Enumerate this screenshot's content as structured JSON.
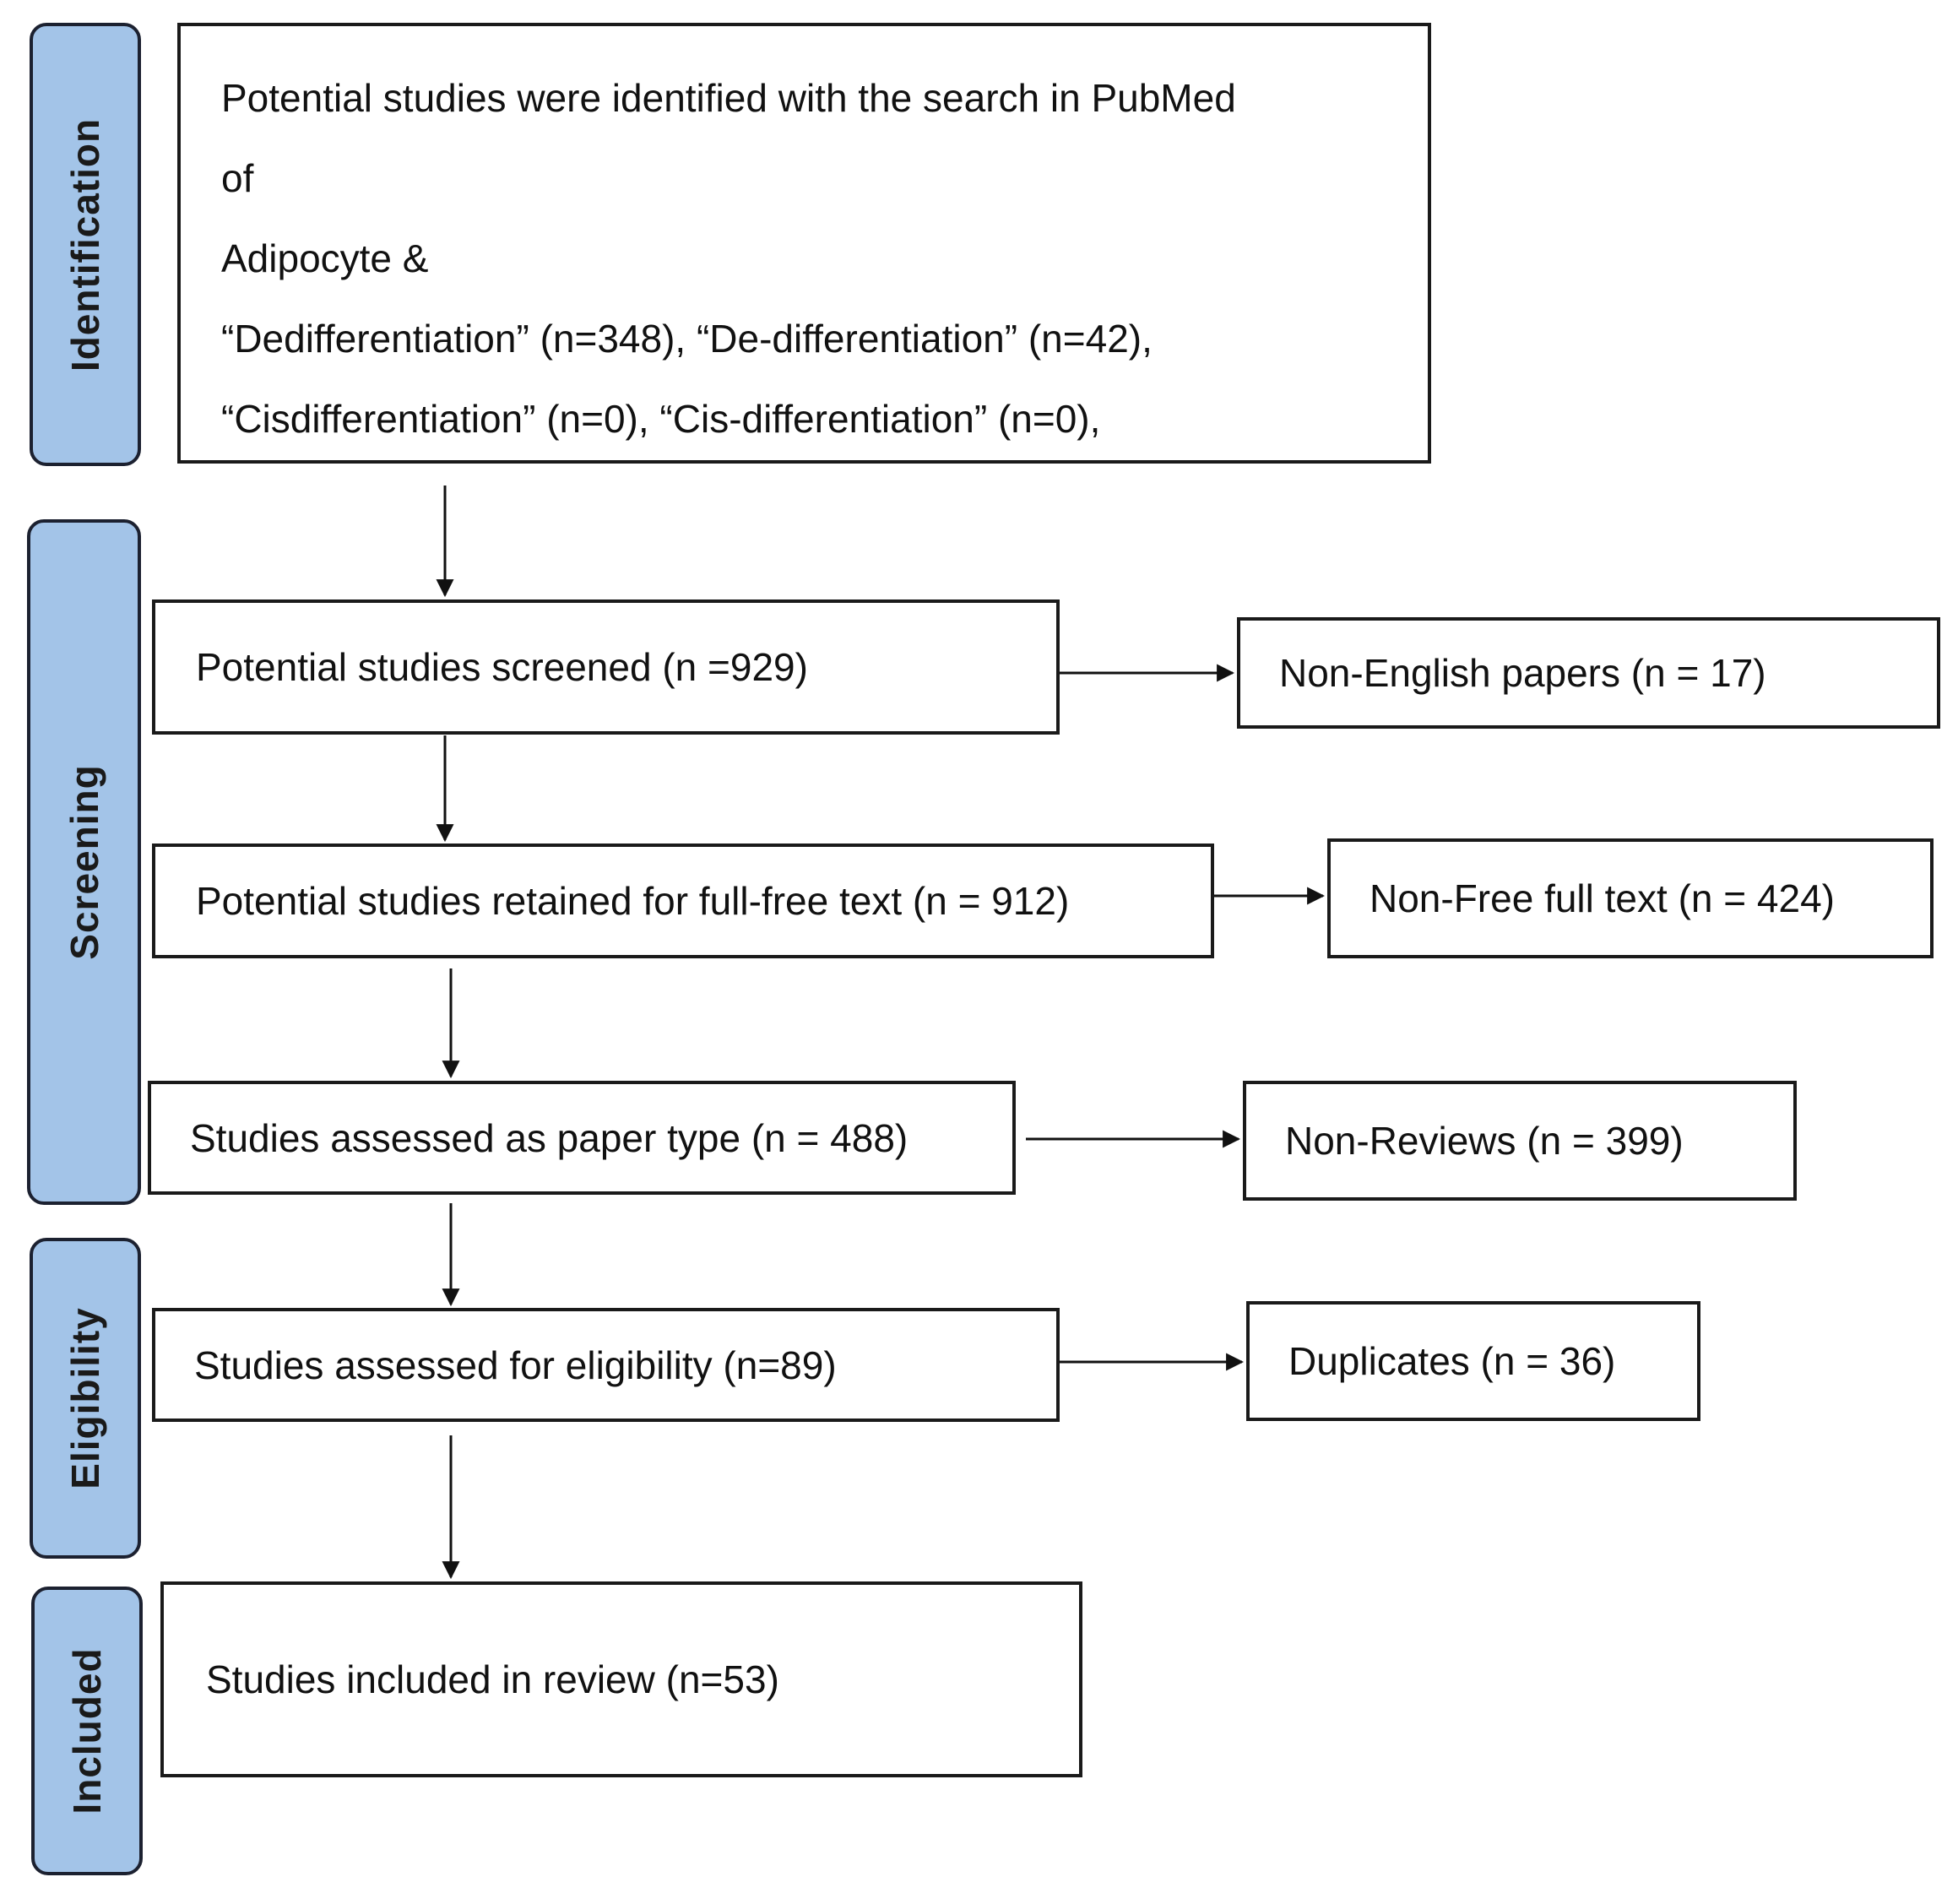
{
  "phases": {
    "identification": "Identification",
    "screening": "Screening",
    "eligibility": "Eligibility",
    "included": "Included"
  },
  "identification_box": {
    "lines": [
      "Potential studies were identified with the search in PubMed",
      "of",
      "Adipocyte &",
      "“Dedifferentiation” (n=348), “De-differentiation” (n=42),",
      "“Cisdifferentiation” (n=0), “Cis-differentiation” (n=0),"
    ]
  },
  "flow": {
    "screened": "Potential studies screened (n =929)",
    "retained": "Potential studies retained for full-free text (n = 912)",
    "paper_type": "Studies assessed as paper type (n = 488)",
    "eligibility": "Studies assessed for eligibility (n=89)",
    "included": "Studies included in review (n=53)"
  },
  "exclusions": {
    "non_english": "Non-English papers (n = 17)",
    "non_free": "Non-Free full text (n = 424)",
    "non_reviews": "Non-Reviews (n = 399)",
    "duplicates": "Duplicates (n = 36)"
  }
}
